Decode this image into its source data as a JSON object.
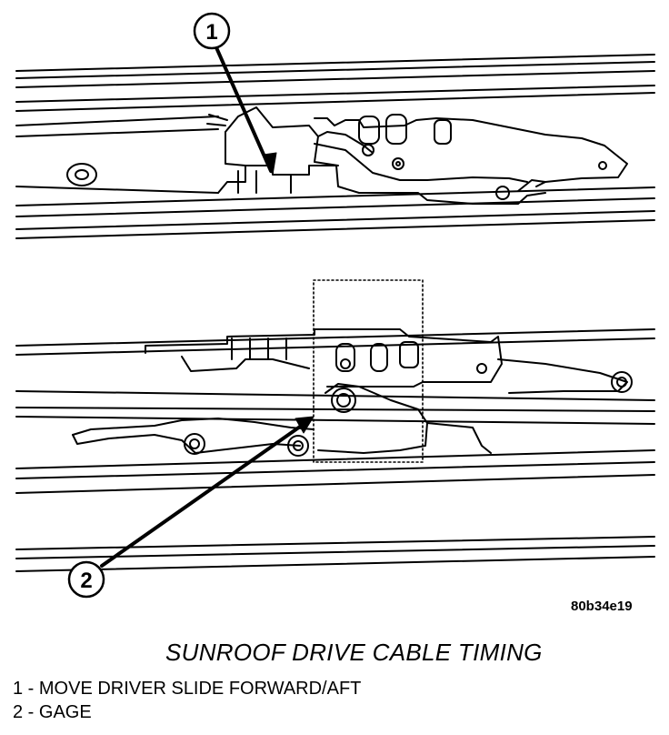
{
  "figure_code": "80b34e19",
  "title": "SUNROOF DRIVE CABLE TIMING",
  "callouts": [
    {
      "number": "1",
      "text": "1 - MOVE DRIVER SLIDE FORWARD/AFT"
    },
    {
      "number": "2",
      "text": "2 - GAGE"
    }
  ]
}
